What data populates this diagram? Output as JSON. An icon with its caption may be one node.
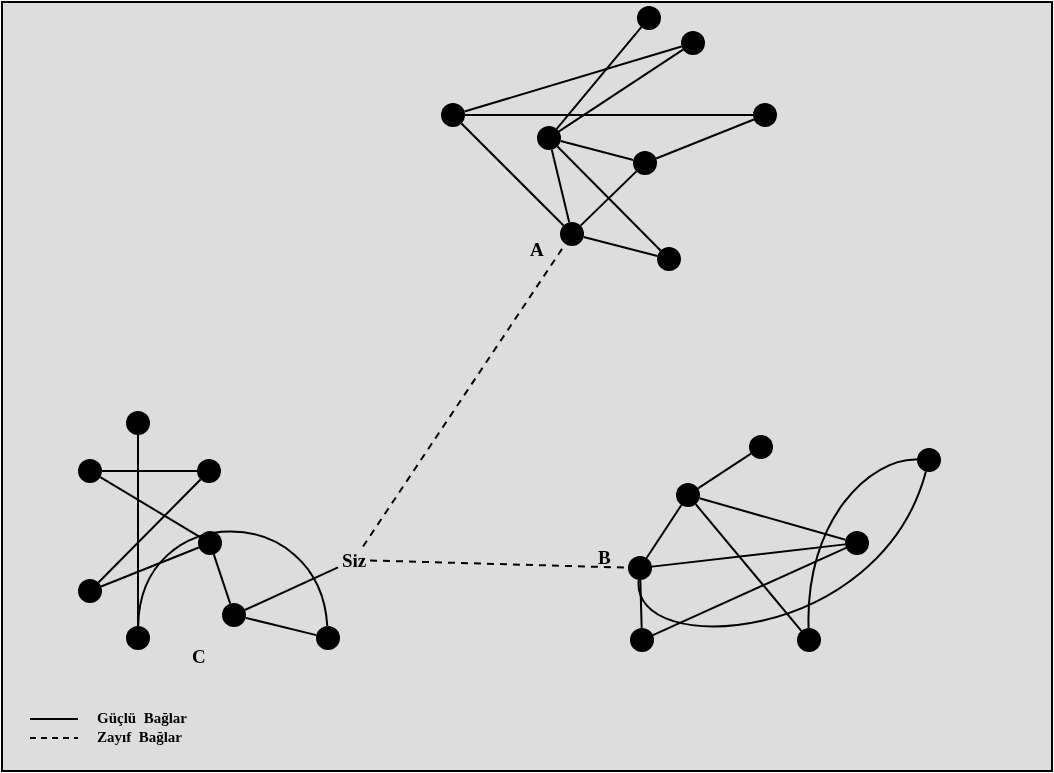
{
  "diagram": {
    "nodes": [
      {
        "text": [],
        "shape": "circle"
      },
      {
        "text": [],
        "shape": "circle"
      },
      {
        "text": [],
        "shape": "circle"
      },
      {
        "text": [],
        "shape": "circle"
      },
      {
        "text": [],
        "shape": "circle"
      },
      {
        "text": [],
        "shape": "circle"
      },
      {
        "text": [],
        "shape": "circle"
      },
      {
        "text": [],
        "shape": "circle"
      },
      {
        "text": [],
        "shape": "circle"
      },
      {
        "text": [],
        "shape": "circle"
      },
      {
        "text": [],
        "shape": "circle"
      },
      {
        "text": [],
        "shape": "circle"
      },
      {
        "text": [],
        "shape": "circle"
      },
      {
        "text": [],
        "shape": "circle"
      },
      {
        "text": [],
        "shape": "circle"
      },
      {
        "text": [],
        "shape": "circle"
      },
      {
        "text": [
          "Siz"
        ]
      },
      {
        "text": [],
        "shape": "circle"
      },
      {
        "text": [],
        "shape": "circle"
      },
      {
        "text": [],
        "shape": "circle"
      },
      {
        "text": [],
        "shape": "circle"
      },
      {
        "text": [],
        "shape": "circle"
      },
      {
        "text": [],
        "shape": "circle"
      },
      {
        "text": [],
        "shape": "circle"
      }
    ],
    "edges": [
      {
        "from": 2,
        "to": 1,
        "arrow": "none"
      },
      {
        "from": 2,
        "to": 3,
        "arrow": "none"
      },
      {
        "from": 2,
        "to": 6,
        "arrow": "none"
      },
      {
        "from": 4,
        "to": 0,
        "arrow": "none"
      },
      {
        "from": 4,
        "to": 1,
        "arrow": "none"
      },
      {
        "from": 4,
        "to": 5,
        "arrow": "none"
      },
      {
        "from": 4,
        "to": 6,
        "arrow": "none"
      },
      {
        "from": 4,
        "to": 7,
        "arrow": "none"
      },
      {
        "from": 5,
        "to": 3,
        "arrow": "none"
      },
      {
        "from": 5,
        "to": 6,
        "arrow": "none"
      },
      {
        "from": 6,
        "to": 7,
        "arrow": "none"
      },
      {
        "from": 8,
        "to": 14,
        "arrow": "none"
      },
      {
        "from": 9,
        "to": 10,
        "arrow": "none"
      },
      {
        "from": 9,
        "to": 11,
        "arrow": "none"
      },
      {
        "from": 10,
        "to": 12,
        "arrow": "none"
      },
      {
        "from": 12,
        "to": 11,
        "arrow": "none"
      },
      {
        "from": 11,
        "to": 13,
        "arrow": "none"
      },
      {
        "from": 13,
        "to": 15,
        "arrow": "none"
      },
      {
        "from": 14,
        "to": 15,
        "arrow": "none"
      },
      {
        "from": 13,
        "to": 16,
        "arrow": "none"
      },
      {
        "from": 18,
        "to": 17,
        "arrow": "none"
      },
      {
        "from": 18,
        "to": 21,
        "arrow": "none"
      },
      {
        "from": 18,
        "to": 20,
        "arrow": "none"
      },
      {
        "from": 18,
        "to": 23,
        "arrow": "none"
      },
      {
        "from": 21,
        "to": 20,
        "arrow": "none"
      },
      {
        "from": 21,
        "to": 22,
        "arrow": "none"
      },
      {
        "from": 22,
        "to": 20,
        "arrow": "none"
      },
      {
        "from": 21,
        "to": 19,
        "arrow": "none"
      },
      {
        "from": 23,
        "to": 19,
        "arrow": "none"
      },
      {
        "from": 16,
        "to": 6,
        "arrow": "none",
        "style": "dashed"
      },
      {
        "from": 16,
        "to": 21,
        "arrow": "none",
        "style": "dashed"
      }
    ],
    "labels": [
      "A",
      "B",
      "C"
    ],
    "legend": [
      {
        "text": "Güçlü  Bağlar"
      },
      {
        "text": "Zayıf  Bağlar"
      }
    ]
  }
}
